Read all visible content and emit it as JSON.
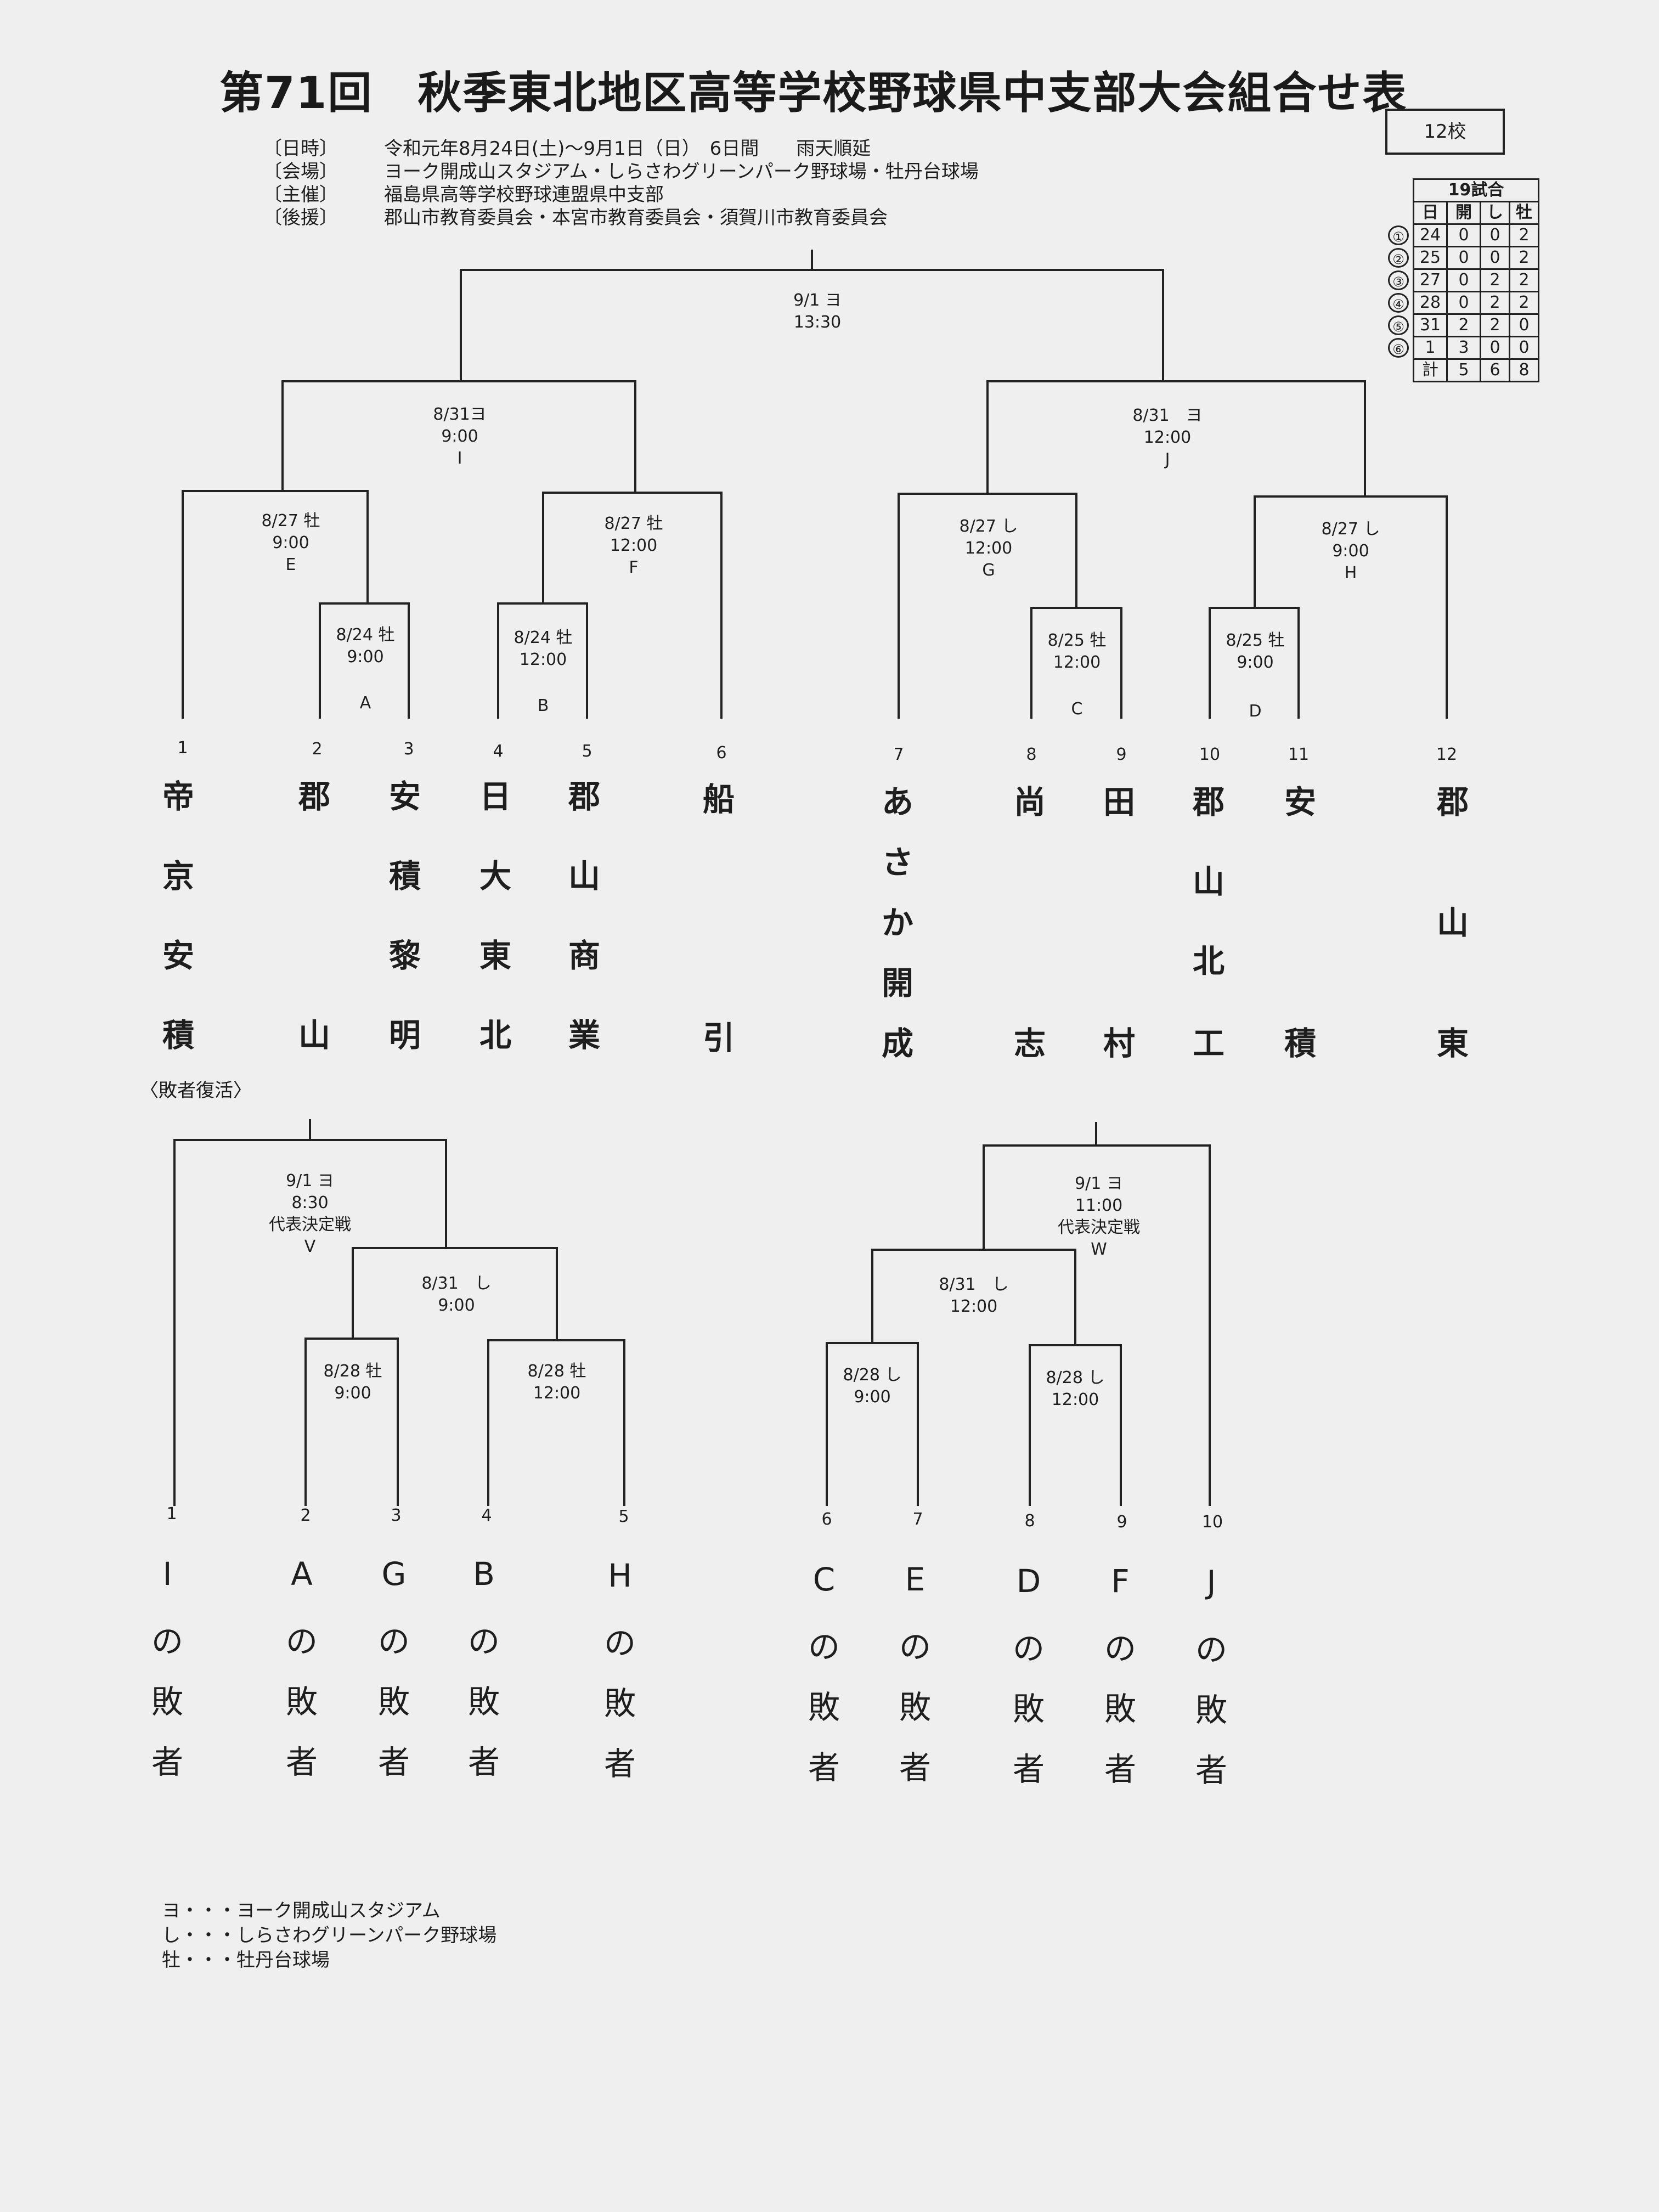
{
  "title": "第71回　秋季東北地区高等学校野球県中支部大会組合せ表",
  "info": [
    {
      "label": "〔日時〕",
      "value": "令和元年8月24日(土)～9月1日（日）　6日間　　雨天順延"
    },
    {
      "label": "〔会場〕",
      "value": "ヨーク開成山スタジアム・しらさわグリーンパーク野球場・牡丹台球場"
    },
    {
      "label": "〔主催〕",
      "value": "福島県高等学校野球連盟県中支部"
    },
    {
      "label": "〔後援〕",
      "value": "郡山市教育委員会・本宮市教育委員会・須賀川市教育委員会"
    }
  ],
  "school_count": "12校",
  "stats": {
    "title": "19試合",
    "headers": [
      "日",
      "開",
      "し",
      "牡"
    ],
    "rows": [
      {
        "no": "①",
        "cells": [
          "24",
          "0",
          "0",
          "2"
        ]
      },
      {
        "no": "②",
        "cells": [
          "25",
          "0",
          "0",
          "2"
        ]
      },
      {
        "no": "③",
        "cells": [
          "27",
          "0",
          "2",
          "2"
        ]
      },
      {
        "no": "④",
        "cells": [
          "28",
          "0",
          "2",
          "2"
        ]
      },
      {
        "no": "⑤",
        "cells": [
          "31",
          "2",
          "2",
          "0"
        ]
      },
      {
        "no": "⑥",
        "cells": [
          "1",
          "3",
          "0",
          "0"
        ]
      }
    ],
    "total": {
      "label": "計",
      "cells": [
        "5",
        "6",
        "8"
      ]
    }
  },
  "main_matches": [
    {
      "lines": [
        "9/1 ヨ",
        "13:30"
      ]
    },
    {
      "lines": [
        "8/31ヨ",
        "9:00",
        "I"
      ]
    },
    {
      "lines": [
        "8/31　ヨ",
        "12:00",
        "J"
      ]
    },
    {
      "lines": [
        "8/27 牡",
        "9:00",
        "E"
      ]
    },
    {
      "lines": [
        "8/27 牡",
        "12:00",
        "F"
      ]
    },
    {
      "lines": [
        "8/27 し",
        "12:00",
        "G"
      ]
    },
    {
      "lines": [
        "8/27 し",
        "9:00",
        "H"
      ]
    },
    {
      "lines": [
        "8/24 牡",
        "9:00"
      ],
      "code": "A"
    },
    {
      "lines": [
        "8/24 牡",
        "12:00"
      ],
      "code": "B"
    },
    {
      "lines": [
        "8/25 牡",
        "12:00"
      ],
      "code": "C"
    },
    {
      "lines": [
        "8/25 牡",
        "9:00"
      ],
      "code": "D"
    }
  ],
  "teams": [
    {
      "no": "1",
      "chars": [
        "帝",
        "京",
        "安",
        "積"
      ]
    },
    {
      "no": "2",
      "chars": [
        "郡",
        "山"
      ]
    },
    {
      "no": "3",
      "chars": [
        "安",
        "積",
        "黎",
        "明"
      ]
    },
    {
      "no": "4",
      "chars": [
        "日",
        "大",
        "東",
        "北"
      ]
    },
    {
      "no": "5",
      "chars": [
        "郡",
        "山",
        "商",
        "業"
      ]
    },
    {
      "no": "6",
      "chars": [
        "船",
        "引"
      ]
    },
    {
      "no": "7",
      "chars": [
        "あ",
        "さ",
        "か",
        "開",
        "成"
      ]
    },
    {
      "no": "8",
      "chars": [
        "尚",
        "志"
      ]
    },
    {
      "no": "9",
      "chars": [
        "田",
        "村"
      ]
    },
    {
      "no": "10",
      "chars": [
        "郡",
        "山",
        "北",
        "工"
      ]
    },
    {
      "no": "11",
      "chars": [
        "安",
        "積"
      ]
    },
    {
      "no": "12",
      "chars": [
        "郡",
        "山",
        "東"
      ]
    }
  ],
  "repechage_label": "〈敗者復活〉",
  "rep_matches": [
    {
      "lines": [
        "9/1 ヨ",
        "8:30",
        "代表決定戦",
        "V"
      ]
    },
    {
      "lines": [
        "8/31　し",
        "9:00"
      ]
    },
    {
      "lines": [
        "8/28 牡",
        "9:00"
      ]
    },
    {
      "lines": [
        "8/28 牡",
        "12:00"
      ]
    },
    {
      "lines": [
        "9/1 ヨ",
        "11:00",
        "代表決定戦",
        "W"
      ]
    },
    {
      "lines": [
        "8/31　し",
        "12:00"
      ]
    },
    {
      "lines": [
        "8/28 し",
        "9:00"
      ]
    },
    {
      "lines": [
        "8/28 し",
        "12:00"
      ]
    }
  ],
  "losers": [
    {
      "no": "1",
      "chars": [
        "I",
        "の",
        "敗",
        "者"
      ]
    },
    {
      "no": "2",
      "chars": [
        "A",
        "の",
        "敗",
        "者"
      ]
    },
    {
      "no": "3",
      "chars": [
        "G",
        "の",
        "敗",
        "者"
      ]
    },
    {
      "no": "4",
      "chars": [
        "B",
        "の",
        "敗",
        "者"
      ]
    },
    {
      "no": "5",
      "chars": [
        "H",
        "の",
        "敗",
        "者"
      ]
    },
    {
      "no": "6",
      "chars": [
        "C",
        "の",
        "敗",
        "者"
      ]
    },
    {
      "no": "7",
      "chars": [
        "E",
        "の",
        "敗",
        "者"
      ]
    },
    {
      "no": "8",
      "chars": [
        "D",
        "の",
        "敗",
        "者"
      ]
    },
    {
      "no": "9",
      "chars": [
        "F",
        "の",
        "敗",
        "者"
      ]
    },
    {
      "no": "10",
      "chars": [
        "J",
        "の",
        "敗",
        "者"
      ]
    }
  ],
  "legend": [
    "ヨ・・・ヨーク開成山スタジアム",
    "し・・・しらさわグリーンパーク野球場",
    "牡・・・牡丹台球場"
  ]
}
